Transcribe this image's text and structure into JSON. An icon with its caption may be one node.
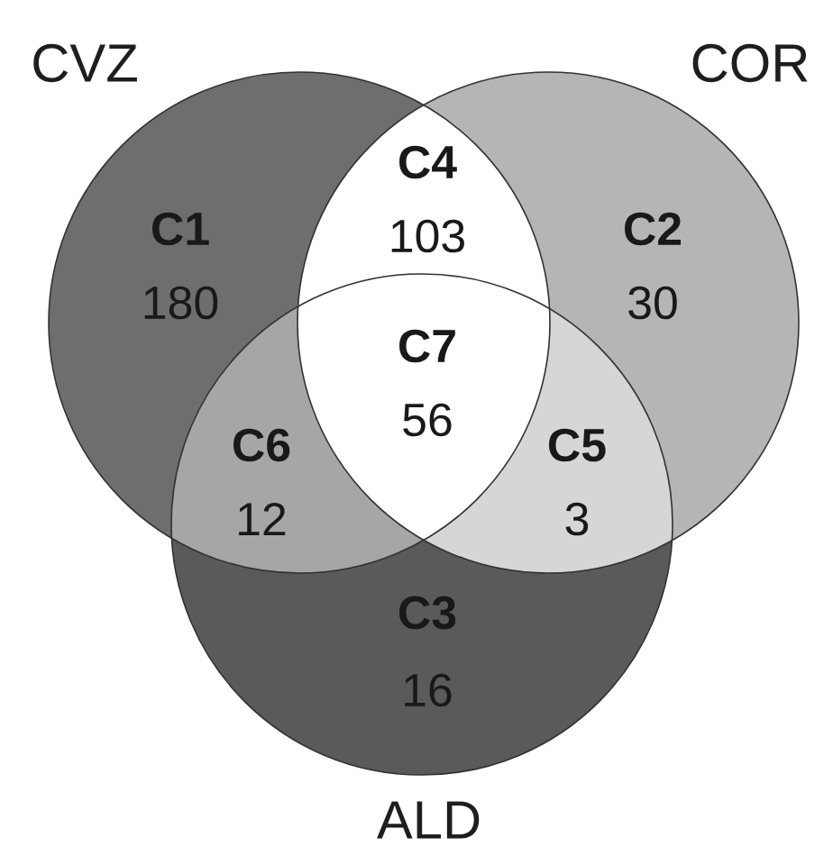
{
  "diagram": {
    "nodes": [
      {
        "text": [
          "CVZ"
        ]
      },
      {
        "text": [
          "COR"
        ]
      },
      {
        "text": [
          "ALD"
        ]
      }
    ],
    "labels": [
      "C4",
      "103",
      "C1",
      "180",
      "C2",
      "30",
      "C7",
      "56",
      "C6",
      "12",
      "C5",
      "3",
      "C3",
      "16"
    ]
  }
}
